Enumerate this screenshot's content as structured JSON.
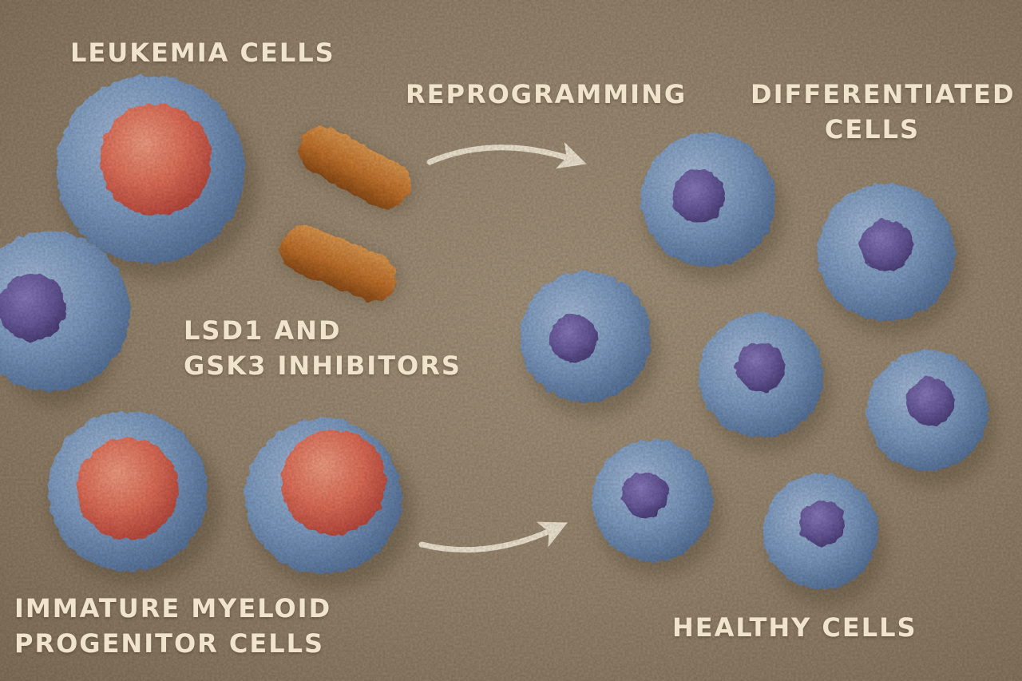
{
  "labels": {
    "leukemia_cells": "LEUKEMIA CELLS",
    "reprogramming": "REPROGRAMMING",
    "differentiated_line1": "DIFFERENTIATED",
    "differentiated_line2": "CELLS",
    "inhibitors_line1": "LSD1 AND",
    "inhibitors_line2": "GSK3 INHIBITORS",
    "immature_line1": "IMMATURE MYELOID",
    "immature_line2": "PROGENITOR CELLS",
    "healthy_cells": "HEALTHY CELLS"
  },
  "colors": {
    "background": "#9c8a72",
    "cell_body": "#7f9dc4",
    "leukemia_nucleus": "#e4705a",
    "healthy_nucleus": "#6a5b9e",
    "pill": "#c4732c",
    "text": "#f1e4cc"
  }
}
